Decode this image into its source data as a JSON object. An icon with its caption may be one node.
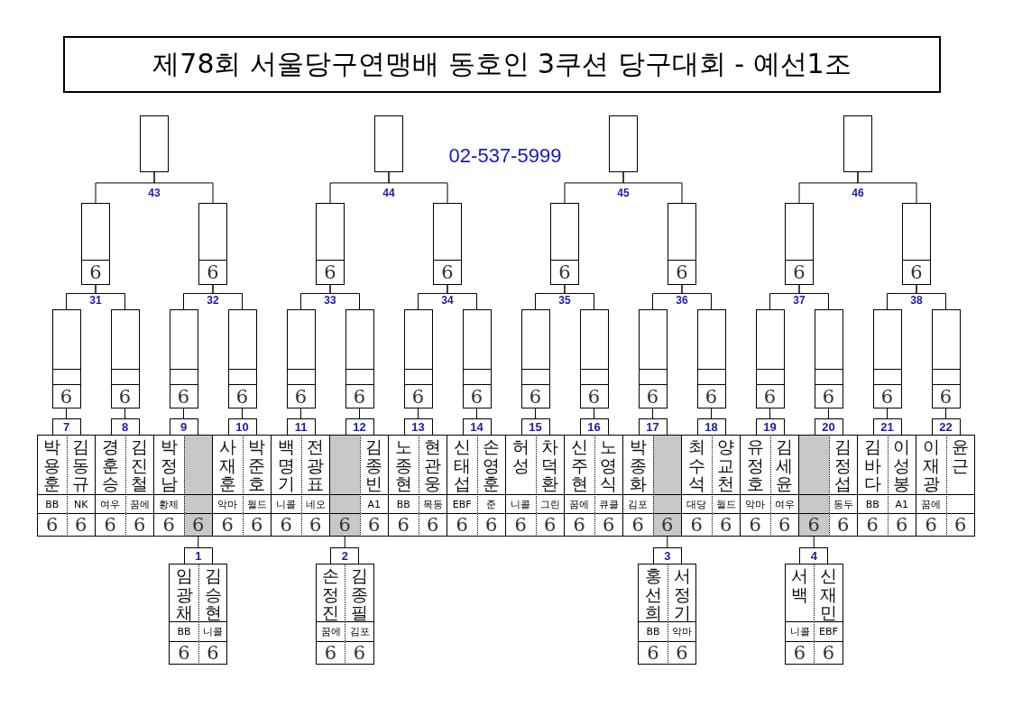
{
  "diagram": {
    "title": "제78회 서울당구연맹배 동호인 3쿠션 당구대회 - 예선1조",
    "nodes": [
      {
        "text": [],
        "shape": "box"
      },
      {
        "text": [],
        "shape": "box"
      },
      {
        "text": [],
        "shape": "box"
      },
      {
        "text": [],
        "shape": "box"
      },
      {
        "text": [
          "6"
        ]
      },
      {
        "text": [
          "6"
        ]
      },
      {
        "text": [
          "6"
        ]
      },
      {
        "text": [
          "6"
        ]
      },
      {
        "text": [
          "6"
        ]
      },
      {
        "text": [
          "6"
        ]
      },
      {
        "text": [
          "6"
        ]
      },
      {
        "text": [
          "6"
        ]
      },
      {
        "text": [
          "6"
        ]
      },
      {
        "text": [
          "6"
        ]
      },
      {
        "text": [
          "6"
        ]
      },
      {
        "text": [
          "6"
        ]
      },
      {
        "text": [
          "6"
        ]
      },
      {
        "text": [
          "6"
        ]
      },
      {
        "text": [
          "6"
        ]
      },
      {
        "text": [
          "6"
        ]
      },
      {
        "text": [
          "6"
        ]
      },
      {
        "text": [
          "6"
        ]
      },
      {
        "text": [
          "6"
        ]
      },
      {
        "text": [
          "6"
        ]
      },
      {
        "text": [
          "6"
        ]
      },
      {
        "text": [
          "6"
        ]
      },
      {
        "text": [
          "6"
        ]
      },
      {
        "text": [
          "6"
        ]
      },
      {
        "text": [
          "7"
        ]
      },
      {
        "text": [
          "8"
        ]
      },
      {
        "text": [
          "9"
        ]
      },
      {
        "text": [
          "10"
        ]
      },
      {
        "text": [
          "11"
        ]
      },
      {
        "text": [
          "12"
        ]
      },
      {
        "text": [
          "13"
        ]
      },
      {
        "text": [
          "14"
        ]
      },
      {
        "text": [
          "15"
        ]
      },
      {
        "text": [
          "16"
        ]
      },
      {
        "text": [
          "17"
        ]
      },
      {
        "text": [
          "18"
        ]
      },
      {
        "text": [
          "19"
        ]
      },
      {
        "text": [
          "20"
        ]
      },
      {
        "text": [
          "21"
        ]
      },
      {
        "text": [
          "22"
        ]
      },
      {
        "text": [
          "박용훈",
          "BB",
          "6"
        ]
      },
      {
        "text": [
          "김동규",
          "NK",
          "6"
        ]
      },
      {
        "text": [
          "경훈승",
          "여우",
          "6"
        ]
      },
      {
        "text": [
          "김진철",
          "꿈에",
          "6"
        ]
      },
      {
        "text": [
          "박정남",
          "황제",
          "6"
        ]
      },
      {
        "text": [
          "6"
        ]
      },
      {
        "text": [
          "사재훈",
          "악마",
          "6"
        ]
      },
      {
        "text": [
          "박준호",
          "월드",
          "6"
        ]
      },
      {
        "text": [
          "백명기",
          "니콜",
          "6"
        ]
      },
      {
        "text": [
          "전광표",
          "네오",
          "6"
        ]
      },
      {
        "text": [
          "6"
        ]
      },
      {
        "text": [
          "김종빈",
          "A1",
          "6"
        ]
      },
      {
        "text": [
          "노종현",
          "BB",
          "6"
        ]
      },
      {
        "text": [
          "현관웅",
          "목동",
          "6"
        ]
      },
      {
        "text": [
          "신태섭",
          "EBF",
          "6"
        ]
      },
      {
        "text": [
          "손영훈",
          "준",
          "6"
        ]
      },
      {
        "text": [
          "허 성",
          "니콜",
          "6"
        ]
      },
      {
        "text": [
          "차덕환",
          "그린",
          "6"
        ]
      },
      {
        "text": [
          "신주현",
          "꿈에",
          "6"
        ]
      },
      {
        "text": [
          "노영식",
          "큐클",
          "6"
        ]
      },
      {
        "text": [
          "박종화",
          "김포",
          "6"
        ]
      },
      {
        "text": [
          "6"
        ]
      },
      {
        "text": [
          "최수석",
          "대당",
          "6"
        ]
      },
      {
        "text": [
          "양교천",
          "월드",
          "6"
        ]
      },
      {
        "text": [
          "유정호",
          "악마",
          "6"
        ]
      },
      {
        "text": [
          "김세윤",
          "여우",
          "6"
        ]
      },
      {
        "text": [
          "6"
        ]
      },
      {
        "text": [
          "김정섭",
          "동두",
          "6"
        ]
      },
      {
        "text": [
          "김바다",
          "BB",
          "6"
        ]
      },
      {
        "text": [
          "이성봉",
          "A1",
          "6"
        ]
      },
      {
        "text": [
          "이재광",
          "꿈에",
          "6"
        ]
      },
      {
        "text": [
          "윤 근",
          "6"
        ]
      },
      {
        "text": [
          "1"
        ]
      },
      {
        "text": [
          "2"
        ]
      },
      {
        "text": [
          "3"
        ]
      },
      {
        "text": [
          "4"
        ]
      },
      {
        "text": [
          "임광채",
          "BB",
          "6"
        ]
      },
      {
        "text": [
          "김승현",
          "니콜",
          "6"
        ]
      },
      {
        "text": [
          "손정진",
          "꿈에",
          "6"
        ]
      },
      {
        "text": [
          "김종필",
          "김포",
          "6"
        ]
      },
      {
        "text": [
          "홍선희",
          "BB",
          "6"
        ]
      },
      {
        "text": [
          "서정기",
          "악마",
          "6"
        ]
      },
      {
        "text": [
          "서 백",
          "니콜",
          "6"
        ]
      },
      {
        "text": [
          "신재민",
          "EBF",
          "6"
        ]
      }
    ],
    "edges": [
      {
        "from": 4,
        "to": 0,
        "arrow": "none"
      },
      {
        "from": 5,
        "to": 0,
        "arrow": "none"
      },
      {
        "from": 6,
        "to": 1,
        "arrow": "none"
      },
      {
        "from": 7,
        "to": 1,
        "arrow": "none"
      },
      {
        "from": 8,
        "to": 2,
        "arrow": "none"
      },
      {
        "from": 9,
        "to": 2,
        "arrow": "none"
      },
      {
        "from": 10,
        "to": 3,
        "arrow": "none"
      },
      {
        "from": 11,
        "to": 3,
        "arrow": "none"
      },
      {
        "from": 12,
        "to": 4,
        "arrow": "none"
      },
      {
        "from": 13,
        "to": 4,
        "arrow": "none"
      },
      {
        "from": 14,
        "to": 5,
        "arrow": "none"
      },
      {
        "from": 15,
        "to": 5,
        "arrow": "none"
      },
      {
        "from": 16,
        "to": 6,
        "arrow": "none"
      },
      {
        "from": 17,
        "to": 6,
        "arrow": "none"
      },
      {
        "from": 18,
        "to": 7,
        "arrow": "none"
      },
      {
        "from": 19,
        "to": 7,
        "arrow": "none"
      },
      {
        "from": 20,
        "to": 8,
        "arrow": "none"
      },
      {
        "from": 21,
        "to": 8,
        "arrow": "none"
      },
      {
        "from": 22,
        "to": 9,
        "arrow": "none"
      },
      {
        "from": 23,
        "to": 9,
        "arrow": "none"
      },
      {
        "from": 24,
        "to": 10,
        "arrow": "none"
      },
      {
        "from": 25,
        "to": 10,
        "arrow": "none"
      },
      {
        "from": 26,
        "to": 11,
        "arrow": "none"
      },
      {
        "from": 27,
        "to": 11,
        "arrow": "none"
      },
      {
        "from": 28,
        "to": 12,
        "arrow": "none"
      },
      {
        "from": 29,
        "to": 13,
        "arrow": "none"
      },
      {
        "from": 30,
        "to": 14,
        "arrow": "none"
      },
      {
        "from": 31,
        "to": 15,
        "arrow": "none"
      },
      {
        "from": 32,
        "to": 16,
        "arrow": "none"
      },
      {
        "from": 33,
        "to": 17,
        "arrow": "none"
      },
      {
        "from": 34,
        "to": 18,
        "arrow": "none"
      },
      {
        "from": 35,
        "to": 19,
        "arrow": "none"
      },
      {
        "from": 36,
        "to": 20,
        "arrow": "none"
      },
      {
        "from": 37,
        "to": 21,
        "arrow": "none"
      },
      {
        "from": 38,
        "to": 22,
        "arrow": "none"
      },
      {
        "from": 39,
        "to": 23,
        "arrow": "none"
      },
      {
        "from": 40,
        "to": 24,
        "arrow": "none"
      },
      {
        "from": 41,
        "to": 25,
        "arrow": "none"
      },
      {
        "from": 42,
        "to": 26,
        "arrow": "none"
      },
      {
        "from": 43,
        "to": 27,
        "arrow": "none"
      },
      {
        "from": 76,
        "to": 49,
        "arrow": "none"
      },
      {
        "from": 77,
        "to": 54,
        "arrow": "none"
      },
      {
        "from": 78,
        "to": 65,
        "arrow": "none"
      },
      {
        "from": 79,
        "to": 70,
        "arrow": "none"
      }
    ],
    "labels": [
      "02-537-5999",
      "43",
      "44",
      "45",
      "46",
      "31",
      "32",
      "33",
      "34",
      "35",
      "36",
      "37",
      "38"
    ]
  }
}
